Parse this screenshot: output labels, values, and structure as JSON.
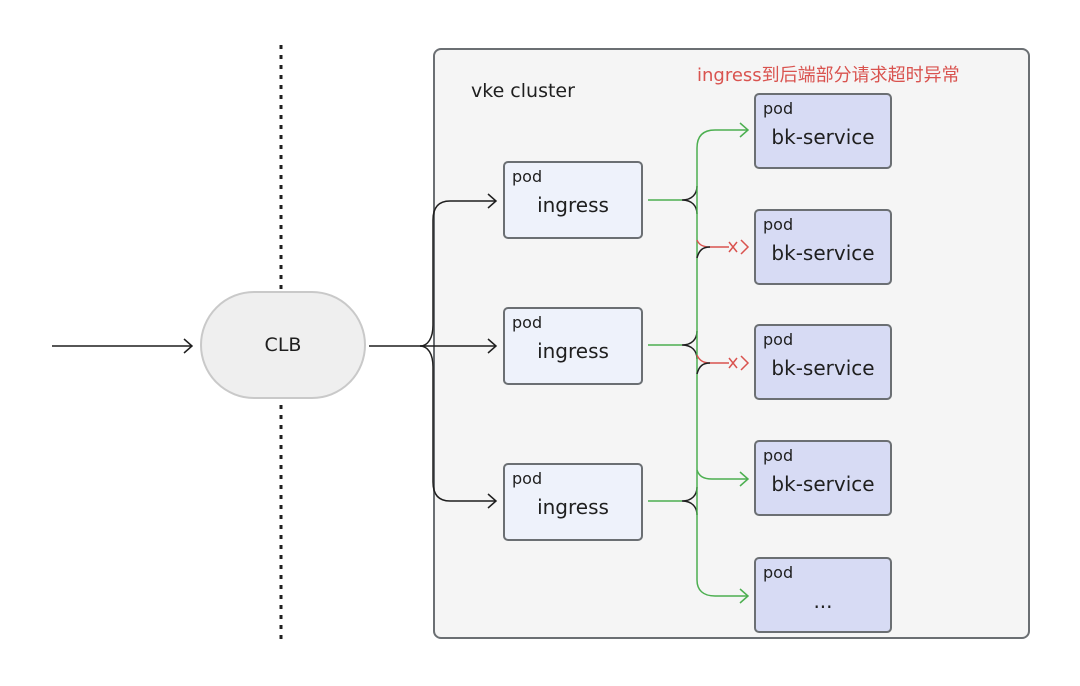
{
  "cluster": {
    "label": "vke cluster",
    "warning": "ingress到后端部分请求超时异常"
  },
  "clb": {
    "label": "CLB"
  },
  "ingress_pods": [
    {
      "tag": "pod",
      "name": "ingress"
    },
    {
      "tag": "pod",
      "name": "ingress"
    },
    {
      "tag": "pod",
      "name": "ingress"
    }
  ],
  "service_pods": [
    {
      "tag": "pod",
      "name": "bk-service",
      "status": "ok"
    },
    {
      "tag": "pod",
      "name": "bk-service",
      "status": "timeout"
    },
    {
      "tag": "pod",
      "name": "bk-service",
      "status": "timeout"
    },
    {
      "tag": "pod",
      "name": "bk-service",
      "status": "ok"
    },
    {
      "tag": "pod",
      "name": "...",
      "status": "ok"
    }
  ],
  "colors": {
    "ok_link": "#4caf50",
    "error_link": "#d9534f",
    "wire": "#1f1f1f",
    "warning_text": "#d9534f"
  }
}
